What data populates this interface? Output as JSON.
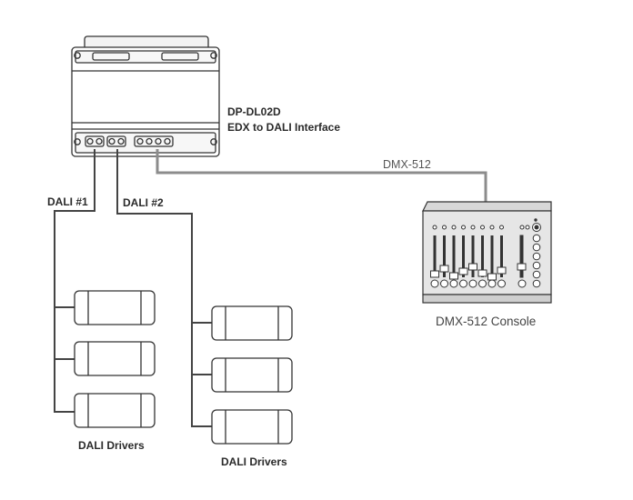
{
  "device": {
    "model": "DP-DL02D",
    "description": "EDX to DALI Interface"
  },
  "connections": {
    "dmx_link": "DMX-512",
    "dali_1": "DALI #1",
    "dali_2": "DALI #2"
  },
  "groups": {
    "left_caption": "DALI Drivers",
    "right_caption": "DALI Drivers",
    "left_driver_count": 3,
    "right_driver_count": 3
  },
  "console": {
    "caption": "DMX-512 Console",
    "fader_count": 8
  },
  "colors": {
    "line": "#444444",
    "dmx_line": "#8c8c8c",
    "outline": "#333333",
    "console_body": "#e6e6e6"
  }
}
